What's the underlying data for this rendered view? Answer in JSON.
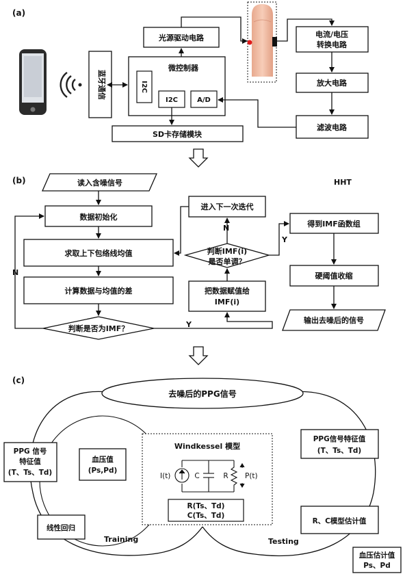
{
  "panel_a": {
    "label": "(a)",
    "light_driver": "光源驱动电路",
    "bluetooth": "蓝牙通信",
    "mcu": "微控制器",
    "i2c_left": "I2C",
    "i2c": "I2C",
    "ad": "A/D",
    "sd": "SD卡存储模块",
    "cv_line1": "电流/电压",
    "cv_line2": "转换电路",
    "amp": "放大电路",
    "filter": "滤波电路"
  },
  "panel_b": {
    "label": "(b)",
    "read": "读入含噪信号",
    "init": "数据初始化",
    "envelope": "求取上下包络线均值",
    "diff": "计算数据与均值的差",
    "is_imf": "判断是否为IMF？",
    "assign_line1": "把数据赋值给",
    "assign_line2": "IMF(i)",
    "mono_line1": "判断IMF(i)",
    "mono_line2": "是否单调？",
    "next": "进入下一次迭代",
    "get_imf": "得到IMF函数组",
    "threshold": "硬阈值收缩",
    "output": "输出去噪后的信号",
    "hht": "HHT",
    "n1": "N",
    "n2": "N",
    "y1": "Y",
    "y2": "Y"
  },
  "panel_c": {
    "label": "(c)",
    "denoised": "去噪后的PPG信号",
    "ppg_feat_line1": "PPG 信号",
    "ppg_feat_line2": "特征值",
    "ppg_feat_line3": "(T、Ts、Td)",
    "bp_line1": "血压值",
    "bp_line2": "(Ps,Pd)",
    "linreg": "线性回归",
    "training": "Training",
    "wk_title": "Windkessel 模型",
    "it": "I(t)",
    "c": "C",
    "r": "R",
    "pt": "P(t)",
    "rc_line1": "R(Ts、Td)",
    "rc_line2": "C(Ts、Td)",
    "test_feat_line1": "PPG信号特征值",
    "test_feat_line2": "(T、Ts、Td)",
    "rc_est": "R、C模型估计值",
    "testing": "Testing",
    "bp_est_line1": "血压估计值",
    "bp_est_line2": "Ps、Pd"
  }
}
